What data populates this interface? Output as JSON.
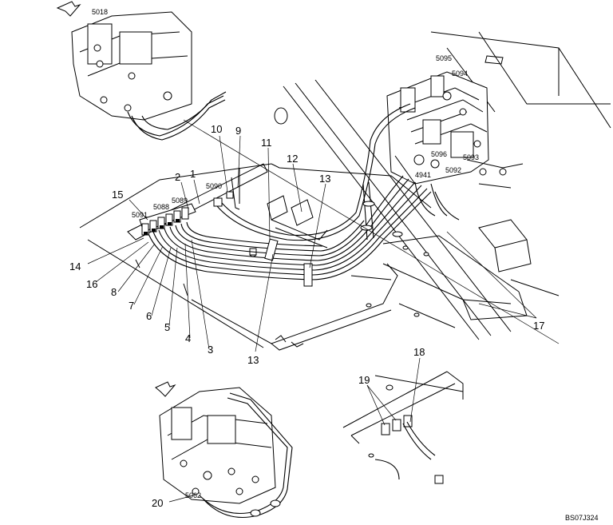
{
  "drawing_code": "BS07J324",
  "callouts": [
    {
      "id": "c1",
      "label": "1"
    },
    {
      "id": "c2",
      "label": "2"
    },
    {
      "id": "c3",
      "label": "3"
    },
    {
      "id": "c4",
      "label": "4"
    },
    {
      "id": "c5",
      "label": "5"
    },
    {
      "id": "c6",
      "label": "6"
    },
    {
      "id": "c7",
      "label": "7"
    },
    {
      "id": "c8",
      "label": "8"
    },
    {
      "id": "c9",
      "label": "9"
    },
    {
      "id": "c10",
      "label": "10"
    },
    {
      "id": "c11",
      "label": "11"
    },
    {
      "id": "c12",
      "label": "12"
    },
    {
      "id": "c13a",
      "label": "13"
    },
    {
      "id": "c13b",
      "label": "13"
    },
    {
      "id": "c14",
      "label": "14"
    },
    {
      "id": "c15",
      "label": "15"
    },
    {
      "id": "c16",
      "label": "16"
    },
    {
      "id": "c17",
      "label": "17"
    },
    {
      "id": "c18",
      "label": "18"
    },
    {
      "id": "c19",
      "label": "19"
    },
    {
      "id": "c20",
      "label": "20"
    }
  ]
}
